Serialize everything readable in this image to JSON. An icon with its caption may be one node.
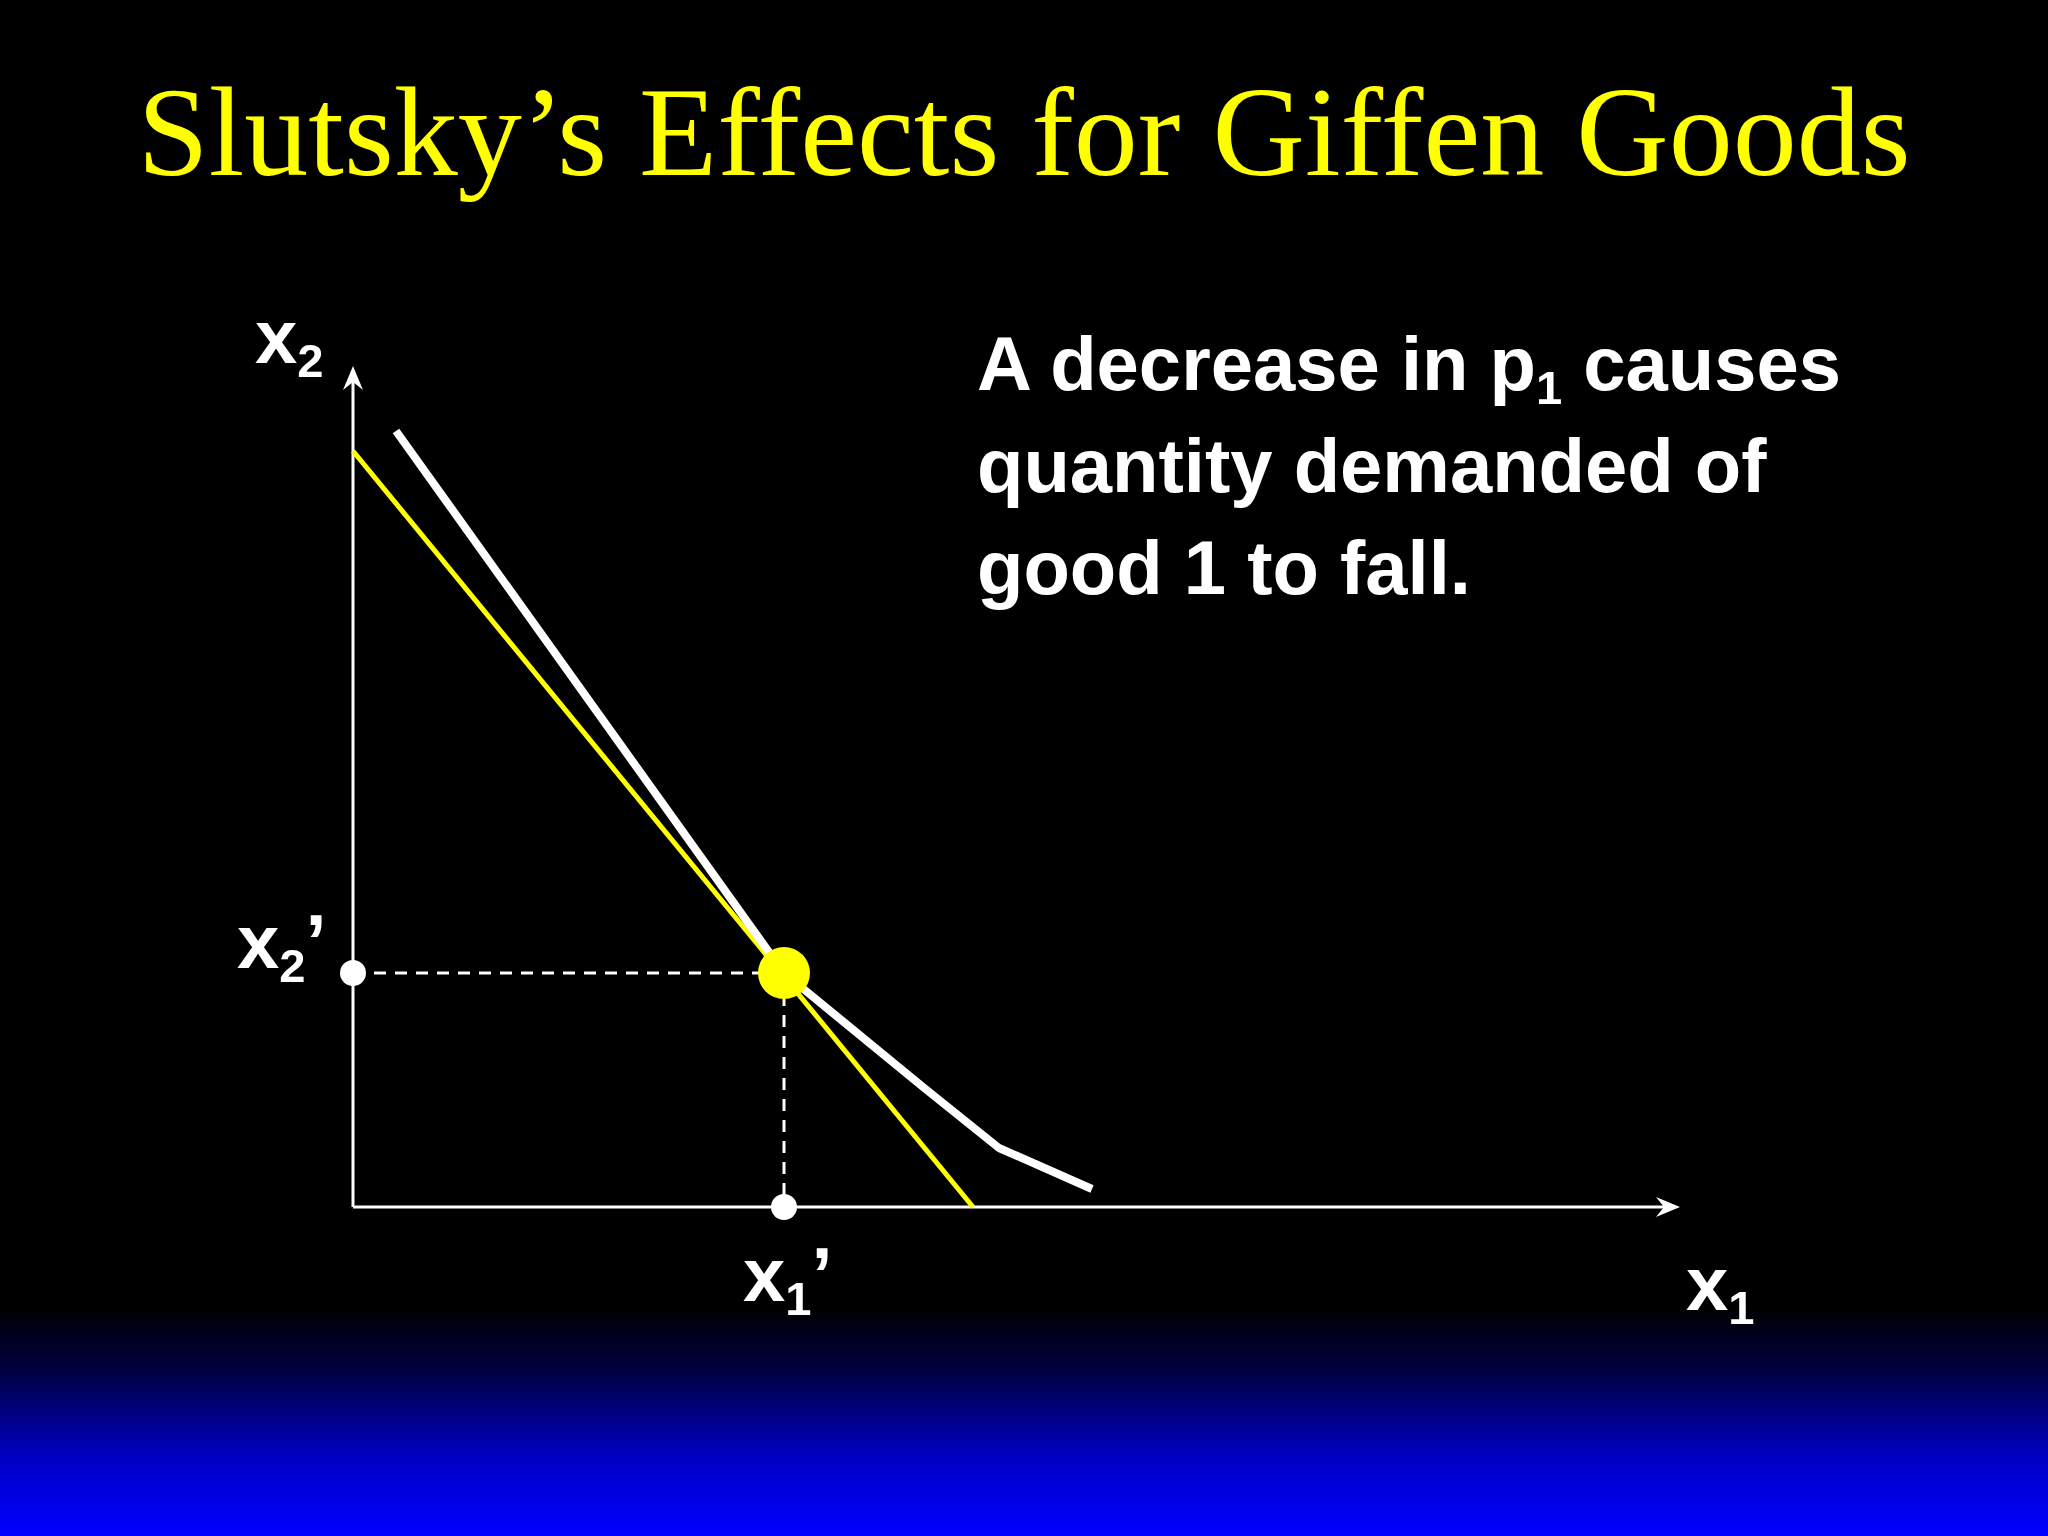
{
  "diagram": {
    "title": "Slutsky’s Effects for Giffen Goods",
    "labels": [
      "x$_{2}$",
      "A decrease in p$_{1}$ causes quantity demanded of good 1 to fall.",
      "x$_{2}$’",
      "x$_{1}$’",
      "x$_{1}$"
    ]
  }
}
